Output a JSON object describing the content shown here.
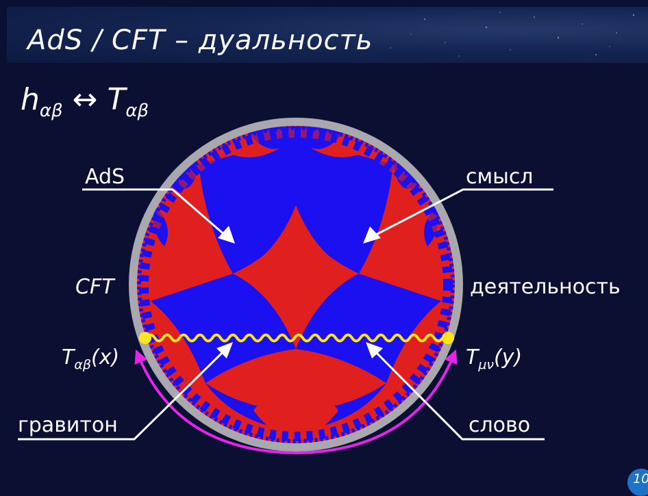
{
  "title": "AdS / CFT – дуальность",
  "formula": {
    "left": "h",
    "left_sub": "αβ",
    "arrow": "↔",
    "right": "T",
    "right_sub": "αβ"
  },
  "labels": {
    "ads": "AdS",
    "smysl": "смысл",
    "cft": "CFT",
    "deyatelnost": "деятельность",
    "t_left": "T",
    "t_left_sub": "αβ",
    "t_left_arg": "(x)",
    "t_right": "T",
    "t_right_sub": "μν",
    "t_right_arg": "(y)",
    "graviton": "гравитон",
    "slovo": "слово"
  },
  "page_number": "10",
  "colors": {
    "background": "#0b1033",
    "tile_red": "#e0201f",
    "tile_blue": "#1a10f0",
    "rim": "#a8a8ae",
    "graviton_wave": "#ffe51c",
    "arc": "#e424e8",
    "arrows": "#ffffff"
  },
  "icons": [
    "title-starfield",
    "hyperbolic-tiling-disk",
    "wavy-graviton-line",
    "magenta-arc-arrow",
    "pointer-arrows"
  ]
}
